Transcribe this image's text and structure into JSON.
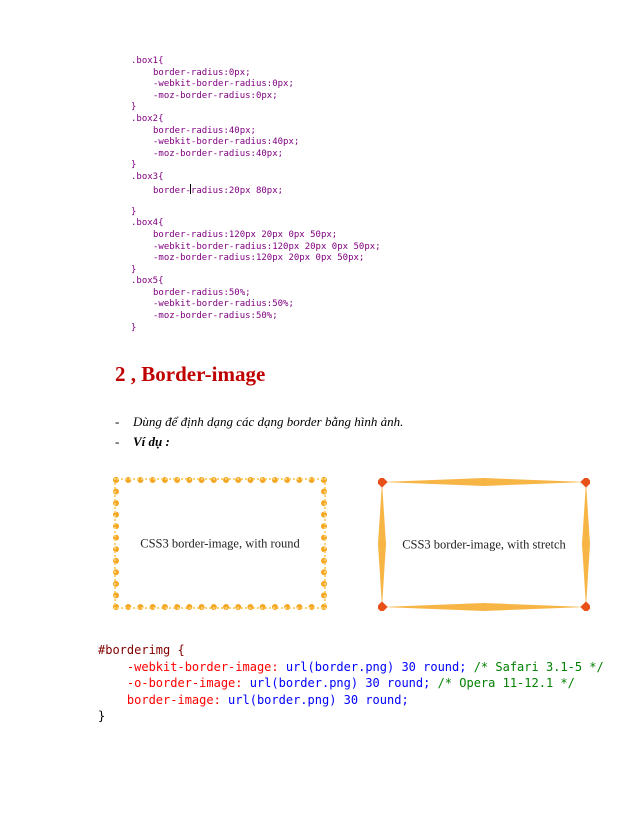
{
  "css_code_block": {
    "lines": [
      {
        "indent": false,
        "text": ".box1{"
      },
      {
        "indent": true,
        "text": "border-radius:0px;"
      },
      {
        "indent": true,
        "text": "-webkit-border-radius:0px;"
      },
      {
        "indent": true,
        "text": "-moz-border-radius:0px;"
      },
      {
        "indent": false,
        "text": "}"
      },
      {
        "indent": false,
        "text": ".box2{"
      },
      {
        "indent": true,
        "text": "border-radius:40px;"
      },
      {
        "indent": true,
        "text": "-webkit-border-radius:40px;"
      },
      {
        "indent": true,
        "text": "-moz-border-radius:40px;"
      },
      {
        "indent": false,
        "text": "}"
      },
      {
        "indent": false,
        "text": ".box3{"
      },
      {
        "indent": true,
        "text": "border-radius:20px 80px;",
        "caret_after": "border-"
      },
      {
        "indent": false,
        "text": ""
      },
      {
        "indent": false,
        "text": "}"
      },
      {
        "indent": false,
        "text": ".box4{"
      },
      {
        "indent": true,
        "text": "border-radius:120px 20px 0px 50px;"
      },
      {
        "indent": true,
        "text": "-webkit-border-radius:120px 20px 0px 50px;"
      },
      {
        "indent": true,
        "text": "-moz-border-radius:120px 20px 0px 50px;"
      },
      {
        "indent": false,
        "text": "}"
      },
      {
        "indent": false,
        "text": ".box5{"
      },
      {
        "indent": true,
        "text": "border-radius:50%;"
      },
      {
        "indent": true,
        "text": "-webkit-border-radius:50%;"
      },
      {
        "indent": true,
        "text": "-moz-border-radius:50%;"
      },
      {
        "indent": false,
        "text": "}"
      }
    ]
  },
  "section": {
    "heading": "2 , Border-image",
    "bullets": [
      {
        "dash": "-",
        "text": "Dùng để định dạng các dạng border bằng hình ảnh.",
        "bold": false
      },
      {
        "dash": "-",
        "text": "Ví dụ :",
        "bold": true
      }
    ]
  },
  "demos": {
    "round_label": "CSS3 border-image, with round",
    "stretch_label": "CSS3 border-image, with stretch",
    "border_color": "#f4a825",
    "corner_color": "#e8501a"
  },
  "code_example": {
    "selector_line": "#borderimg {",
    "lines": [
      {
        "prop": "-webkit-border-image:",
        "val": " url(border.png) 30 round;",
        "cmt": " /* Safari 3.1-5 */"
      },
      {
        "prop": "-o-border-image:",
        "val": " url(border.png) 30 round;",
        "cmt": " /* Opera 11-12.1 */"
      },
      {
        "prop": "border-image:",
        "val": " url(border.png) 30 round;",
        "cmt": ""
      }
    ],
    "closing": "}"
  }
}
